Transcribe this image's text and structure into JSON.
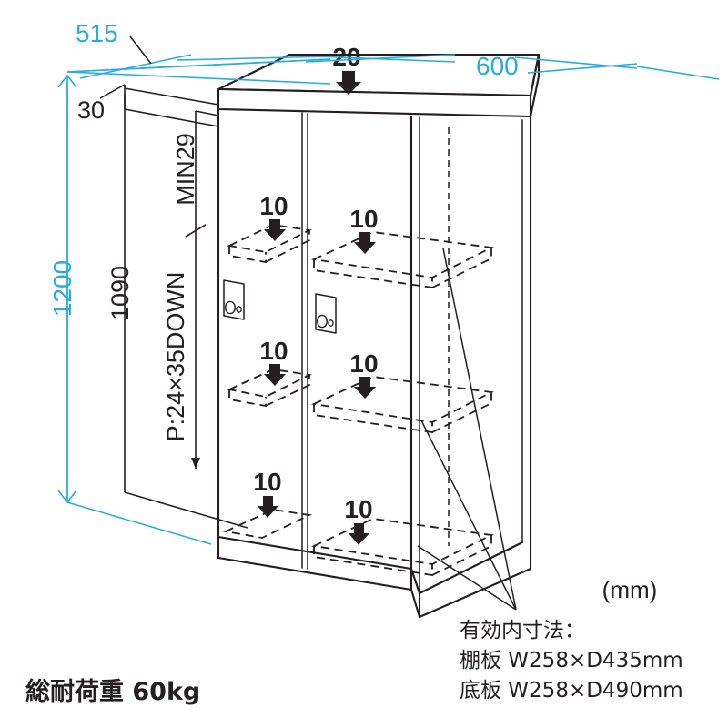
{
  "drawing": {
    "title": "locker-cabinet-dimension-drawing",
    "unit_label": "(mm)",
    "colors": {
      "dimension_blue": "#29abe2",
      "line_black": "#231f20",
      "background": "#ffffff"
    }
  },
  "dimensions": {
    "depth_overall": "515",
    "width_overall": "600",
    "height_overall": "1200",
    "top_thickness": "20",
    "top_offset": "30",
    "inner_height": "1090",
    "min_clearance": "MIN29",
    "pitch": "P:24×35DOWN"
  },
  "shelf_loads": {
    "label": "10",
    "items": [
      {
        "id": "left-top",
        "value": "10"
      },
      {
        "id": "right-top",
        "value": "10"
      },
      {
        "id": "left-middle",
        "value": "10"
      },
      {
        "id": "right-middle",
        "value": "10"
      },
      {
        "id": "left-bottom",
        "value": "10"
      },
      {
        "id": "right-bottom",
        "value": "10"
      }
    ]
  },
  "top_load": {
    "value": "20"
  },
  "notes": {
    "heading": "有効内寸法：",
    "line_shelf": "棚板 W258×D435mm",
    "line_base": "底板 W258×D490mm"
  },
  "total_load": {
    "text": "総耐荷重 60kg"
  },
  "locks": [
    {
      "id": "lock-left-door"
    },
    {
      "id": "lock-right-door"
    }
  ]
}
